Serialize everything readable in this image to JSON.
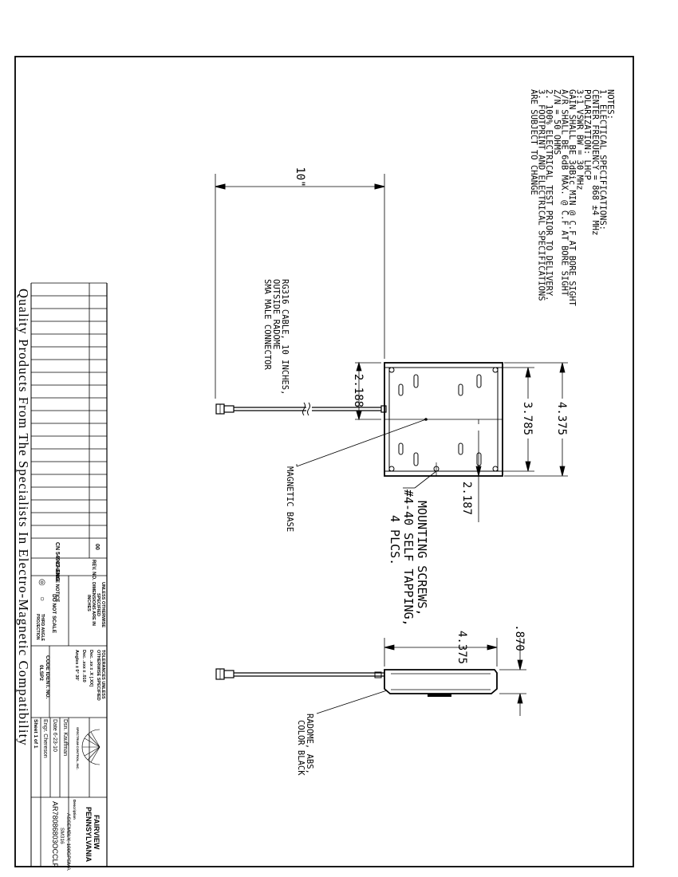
{
  "notes": {
    "lines": [
      "NOTES:",
      "1. ELECTICAL SPECIFICATIONS:",
      "CENTER FREQUENCY = 868 ±4 MHz",
      "POLARIZATION: LHCP",
      "3:1 VSWR BW = 30 MHz",
      "GAIN SHALL BE 3dBic MIN @ C.F AT BORE SIGHT",
      "A/R SHALL BE 6dB MAX. @ C.F AT BORE SIGHT",
      "Z/N = 50 OHMS",
      "2. 100% ELECTRICAL TEST PRIOR TO DELIVERY.",
      "3. FOOTPRINT AND ELECTRICAL SPECIFICATIONS",
      "ARE SUBJECT TO CHANGE"
    ]
  },
  "dimensions": {
    "cable_length": "10\"",
    "height_full": "4.375",
    "height_inner": "3.785",
    "center_offset_top": "2.188",
    "center_offset_bottom": "2.187",
    "side_length": "4.375",
    "thickness": ".870"
  },
  "callouts": {
    "cable": [
      "RG316 CABLE, 10 INCHES,",
      "OUTSIDE RADOME",
      "SMA MALE CONNECTOR"
    ],
    "magnetic_base": "MAGNETIC BASE",
    "mounting": [
      "MOUNTING SCREWS,",
      "#4-40 SELF TAPPING,",
      "4 PLCS."
    ],
    "radome": [
      "RADOME, ABS,",
      "COLOR BLACK"
    ]
  },
  "title_block": {
    "tagline": "Quality Products From The Specialists In Electro-Magnetic Compatibility",
    "change_notice": "CN 54907-ENG",
    "rev_value": "00",
    "change_notice_label": "CHANGE NOTICE",
    "rev_label": "REV. NO.",
    "unless": [
      "UNLESS OTHERWISE",
      "SPECIFIED",
      "DIMENSIONS ARE IN",
      "INCHES"
    ],
    "do_not_scale": "DO NOT SCALE",
    "third_angle": [
      "THIRD ANGLE",
      "PROJECTION"
    ],
    "tolerances": [
      "TOLERANCES UNLESS",
      "OTHERWISE SPECIFIED"
    ],
    "tol_lines": [
      "Dec. .xx ±  .X [.XX]",
      "Dec. .xxx ±  .010",
      "Angles ±  0° 30'"
    ],
    "code_ident": [
      "CODE IDENT. NO.",
      "0LSP2"
    ],
    "company_small": "SPECTRUM CONTROL, INC.",
    "company": [
      "FAIRVIEW",
      "PENNSYLVANIA"
    ],
    "drawn": "Dsn. Kauffman",
    "description_label": "Description",
    "description": [
      "ASSEMBLY, 100GPSMA",
      "SM316"
    ],
    "date": "Date 6-23-10",
    "engineer": "Engr. Chereson",
    "sheet": "Sheet  1  of  1",
    "part_number": "AR78086803OCCLF"
  },
  "colors": {
    "line": "#000000",
    "paper": "#ffffff"
  }
}
